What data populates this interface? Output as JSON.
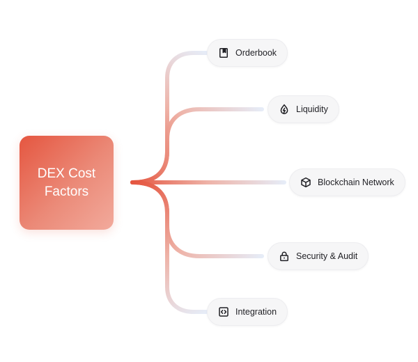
{
  "hub": {
    "line1": "DEX Cost",
    "line2": "Factors"
  },
  "factors": [
    {
      "label": "Orderbook",
      "icon": "book-icon"
    },
    {
      "label": "Liquidity",
      "icon": "droplet-bolt-icon"
    },
    {
      "label": "Blockchain Network",
      "icon": "cube-icon"
    },
    {
      "label": "Security & Audit",
      "icon": "lock-icon"
    },
    {
      "label": "Integration",
      "icon": "code-frame-icon"
    }
  ],
  "colors": {
    "accent": "#e55640",
    "branch_end": "#e6ecf7",
    "pill_bg": "#f6f6f7"
  }
}
